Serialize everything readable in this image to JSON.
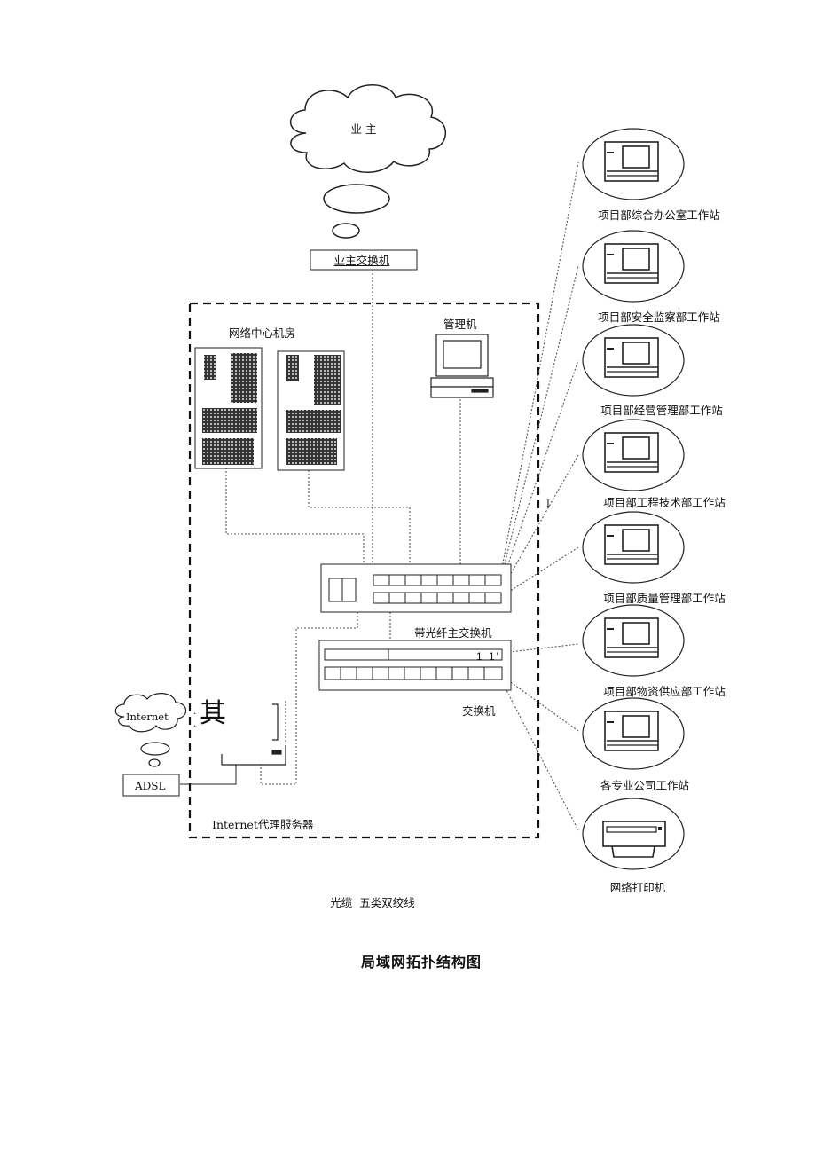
{
  "title": "局域网拓扑结构图",
  "owner_cloud": "业 主",
  "owner_switch": "业主交换机",
  "network_center": "网络中心机房",
  "management_pc": "管理机",
  "fiber_switch": "带光纤主交换机",
  "switch": "交换机",
  "internet_cloud": "Internet",
  "adsl": "ADSL",
  "proxy_server": "Internet代理服务器",
  "proxy_glyph": "其",
  "port_mark": "1 1'",
  "tick_mark": "I",
  "legend": "光缆  五类双绞线",
  "workstations": [
    "项目部综合办公室工作站",
    "项目部安全监察部工作站",
    "项目部经营管理部工作站",
    "项目部工程技术部工作站",
    "项目部质量管理部工作站",
    "项目部物资供应部工作站",
    "各专业公司工作站",
    "网络打印机"
  ],
  "colors": {
    "line": "#111111",
    "cable": "#555555",
    "rack_fill": "#222222"
  }
}
